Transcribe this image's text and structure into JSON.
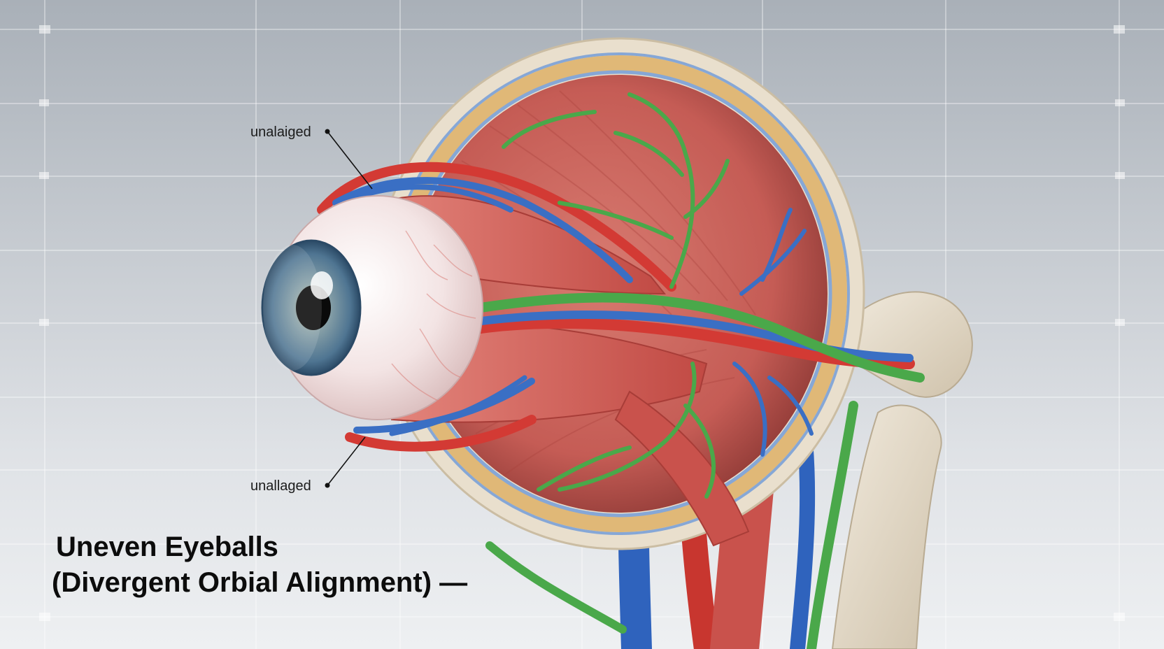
{
  "labels": {
    "callout_top": "unalaiged",
    "callout_bottom": "unallaged"
  },
  "title": {
    "line1": "Uneven Eyeballs",
    "line2": "(Divergent Orbial Alignment) —"
  },
  "colors": {
    "muscle": "#c9524c",
    "vein": "#3a6fc4",
    "nerve": "#4aa84a",
    "artery": "#d33a34",
    "bone": "#e6dccb",
    "iris": "#5c7e94"
  }
}
